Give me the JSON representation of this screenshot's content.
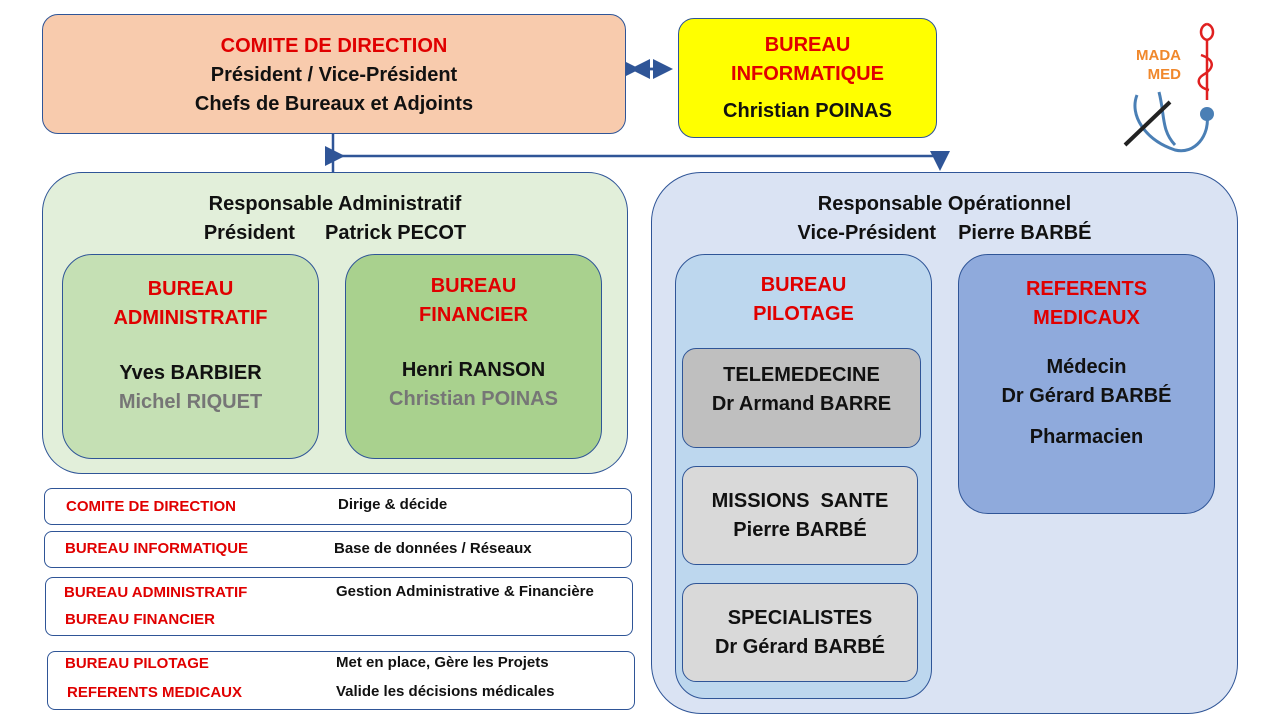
{
  "comite": {
    "title": "COMITE DE DIRECTION",
    "line1": "Président / Vice-Président",
    "line2": "Chefs de Bureaux et Adjoints"
  },
  "informatique": {
    "title1": "BUREAU",
    "title2": "INFORMATIQUE",
    "name": "Christian POINAS"
  },
  "logo": {
    "text1": "MADA",
    "text2": "MED"
  },
  "admin_panel": {
    "line1": "Responsable Administratif",
    "role": "Président",
    "name": "Patrick PECOT"
  },
  "bureau_admin": {
    "title1": "BUREAU",
    "title2": "ADMINISTRATIF",
    "name1": "Yves BARBIER",
    "name2": "Michel RIQUET"
  },
  "bureau_fin": {
    "title1": "BUREAU",
    "title2": "FINANCIER",
    "name1": "Henri RANSON",
    "name2": "Christian POINAS"
  },
  "ops_panel": {
    "line1": "Responsable Opérationnel",
    "role": "Vice-Président",
    "name": "Pierre BARBÉ"
  },
  "pilotage": {
    "title1": "BUREAU",
    "title2": "PILOTAGE"
  },
  "telemedecine": {
    "title": "TELEMEDECINE",
    "name": "Dr Armand BARRE"
  },
  "missions": {
    "title": "MISSIONS  SANTE",
    "name": "Pierre BARBÉ"
  },
  "specialistes": {
    "title": "SPECIALISTES",
    "name": "Dr Gérard BARBÉ"
  },
  "referents": {
    "title1": "REFERENTS",
    "title2": "MEDICAUX",
    "role1": "Médecin",
    "name": "Dr Gérard BARBÉ",
    "role2": "Pharmacien"
  },
  "legend": [
    {
      "key": "COMITE DE DIRECTION",
      "desc": "Dirige & décide"
    },
    {
      "key": "BUREAU INFORMATIQUE",
      "desc": "Base de données / Réseaux"
    },
    {
      "key": "BUREAU ADMINISTRATIF",
      "desc": "Gestion Administrative & Financière"
    },
    {
      "key": "BUREAU FINANCIER"
    },
    {
      "key": "BUREAU PILOTAGE",
      "desc": "Met en place, Gère les Projets"
    },
    {
      "key": "REFERENTS MEDICAUX",
      "desc": "Valide les décisions médicales"
    }
  ]
}
